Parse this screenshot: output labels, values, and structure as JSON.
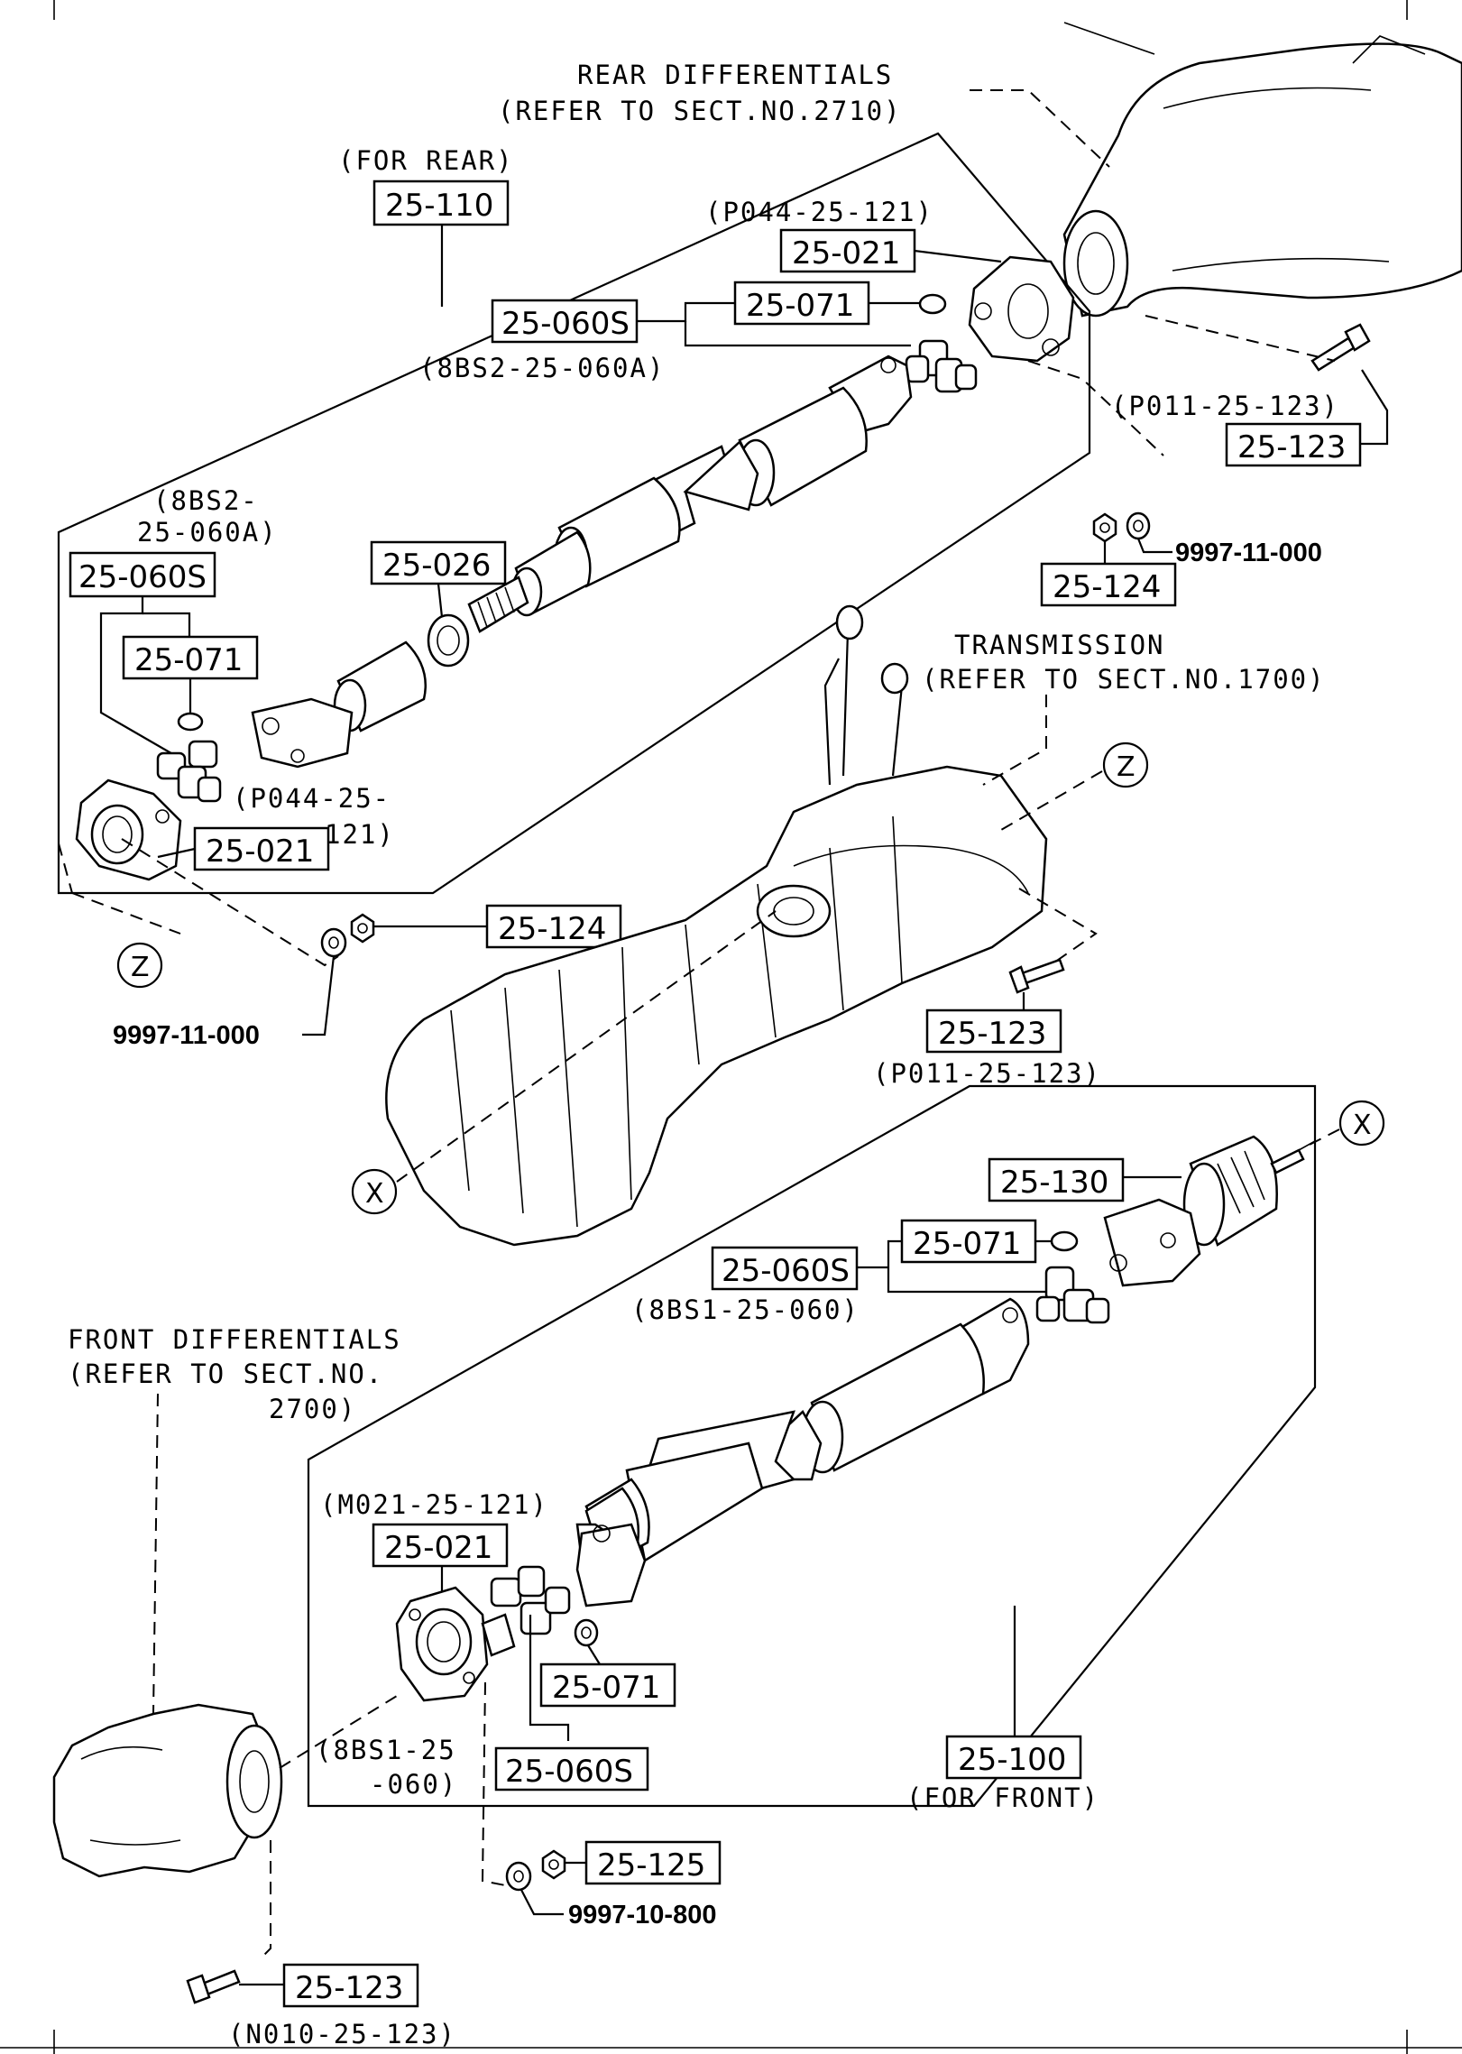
{
  "notes": {
    "rear_diff": [
      "REAR DIFFERENTIALS",
      "(REFER TO SECT.NO.2710)"
    ],
    "for_rear": "(FOR REAR)",
    "transmission": [
      "TRANSMISSION",
      "(REFER TO SECT.NO.1700)"
    ],
    "front_diff": [
      "FRONT DIFFERENTIALS",
      "(REFER TO SECT.NO.",
      "2700)"
    ],
    "for_front": "(FOR FRONT)"
  },
  "markers": {
    "z": "Z",
    "x": "X"
  },
  "rear": {
    "shaft_assy": "25-110",
    "sub_p044_a": "(P044-25-121)",
    "flange_top": "25-021",
    "joint_top": "25-060S",
    "cap_top": "25-071",
    "sub_8bs2_a": "(8BS2-25-060A)",
    "sub_p011_a": "(P011-25-123)",
    "bolt_a": "25-123",
    "nut_a": "25-124",
    "washer_a": "9997-11-000",
    "sub_8bs2_b": [
      "(8BS2-",
      "25-060A)"
    ],
    "joint_left": "25-060S",
    "seal": "25-026",
    "cap_left": "25-071",
    "sub_p044_b": [
      "(P044-25-",
      "121)"
    ],
    "flange_left": "25-021",
    "nut_b": "25-124",
    "washer_b": "9997-11-000",
    "bolt_b": "25-123",
    "sub_p011_b": "(P011-25-123)"
  },
  "front": {
    "yoke": "25-130",
    "cap_right": "25-071",
    "joint_right": "25-060S",
    "sub_8bs1_a": "(8BS1-25-060)",
    "sub_m021": "(M021-25-121)",
    "flange": "25-021",
    "cap_left": "25-071",
    "sub_8bs1_b": [
      "(8BS1-25",
      "-060)"
    ],
    "joint_left": "25-060S",
    "shaft_assy": "25-100",
    "nut": "25-125",
    "washer": "9997-10-800",
    "bolt": "25-123",
    "sub_n010": "(N010-25-123)"
  }
}
